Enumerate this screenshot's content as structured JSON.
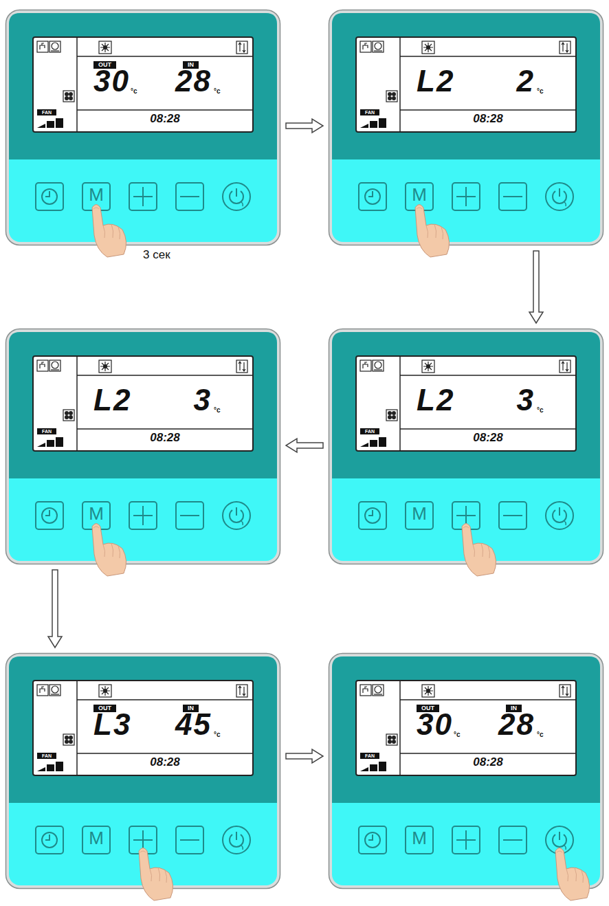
{
  "diagram": {
    "nodes": [
      {
        "text": [
          "OUT",
          "IN",
          "30",
          "°c",
          "28",
          "°c",
          "08:28",
          "FAN",
          "M"
        ]
      },
      {
        "text": [
          "L2",
          "2",
          "°c",
          "08:28",
          "FAN",
          "M"
        ]
      },
      {
        "text": [
          "L2",
          "3",
          "°c",
          "08:28",
          "FAN",
          "M"
        ]
      },
      {
        "text": [
          "L2",
          "3",
          "°c",
          "08:28",
          "FAN",
          "M"
        ]
      },
      {
        "text": [
          "OUT",
          "IN",
          "L3",
          "45",
          "°c",
          "08:28",
          "FAN",
          "M"
        ]
      },
      {
        "text": [
          "OUT",
          "IN",
          "30",
          "°c",
          "28",
          "°c",
          "08:28",
          "FAN",
          "M"
        ]
      }
    ],
    "edges": [
      {
        "from": 0,
        "to": 1,
        "arrow": "to"
      },
      {
        "from": 1,
        "to": 3,
        "arrow": "to"
      },
      {
        "from": 3,
        "to": 2,
        "arrow": "to"
      },
      {
        "from": 2,
        "to": 4,
        "arrow": "to"
      },
      {
        "from": 4,
        "to": 5,
        "arrow": "to"
      }
    ],
    "labels": [
      "3 сек"
    ]
  }
}
